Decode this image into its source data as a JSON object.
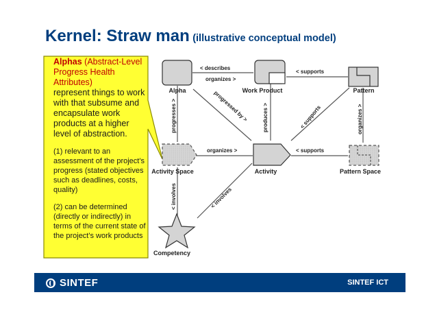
{
  "title": {
    "main": "Kernel: Straw man",
    "sub": "(illustrative conceptual model)"
  },
  "callout": {
    "heading_bold": "Alphas",
    "heading_rest": "(Abstract-Level Progress Health Attributes)",
    "body": "represent things to work with that subsume and encapsulate work products at a higher level of abstraction.",
    "point1": "(1) relevant to an assessment of the project's progress (stated objectives such as deadlines, costs, quality)",
    "point2": "(2) can be determined (directly or indirectly) in terms of the current state of the project's work products"
  },
  "nodes": {
    "alpha": "Alpha",
    "work_product": "Work Product",
    "pattern": "Pattern",
    "activity_space": "Activity Space",
    "activity": "Activity",
    "pattern_space": "Pattern Space",
    "competency": "Competency"
  },
  "edges": {
    "describes": "< describes",
    "organizes_top": "organizes >",
    "supports_top": "< supports",
    "progressed_by": "progressed by >",
    "produces": "produces >",
    "supports_diag": "< supports",
    "organizes_right": "organizes >",
    "progresses": "progresses >",
    "organizes_mid": "organizes >",
    "supports_mid": "< supports",
    "involves_left": "< involves",
    "involves_diag": "< involves"
  },
  "footer": {
    "logo": "SINTEF",
    "right": "SINTEF ICT"
  },
  "colors": {
    "title_blue": "#003e7e",
    "callout_fill": "#ffff33",
    "callout_heading": "#c00000",
    "shape_fill": "#d4d4d4",
    "footer_bg": "#003e7e"
  }
}
